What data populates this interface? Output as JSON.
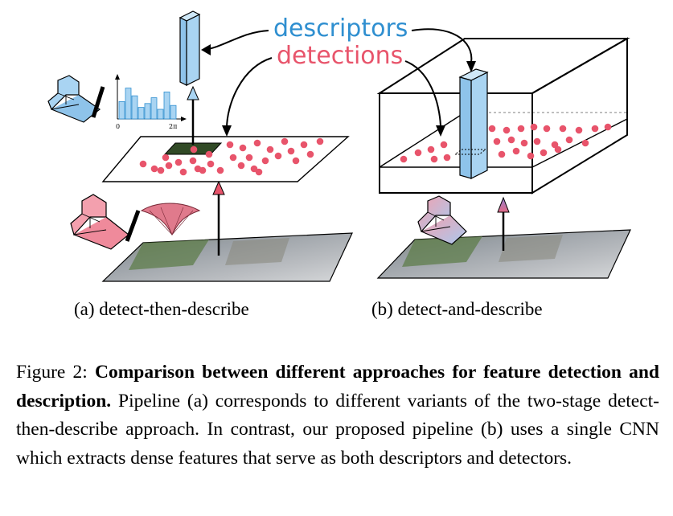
{
  "legend": {
    "descriptors": "descriptors",
    "detections": "detections"
  },
  "histogram": {
    "x_start": "0",
    "x_end": "2π",
    "bars": [
      0.45,
      0.8,
      0.6,
      0.3,
      0.4,
      0.55,
      0.25,
      0.7,
      0.35
    ]
  },
  "subcaptions": {
    "a": "(a) detect-then-describe",
    "b": "(b) detect-and-describe"
  },
  "caption": {
    "label": "Figure 2:",
    "bold": "Comparison between different approaches for feature detection and description.",
    "text": "Pipeline (a) corresponds to different variants of the two-stage detect-then-describe approach. In contrast, our proposed pipeline (b) uses a single CNN which extracts dense features that serve as both descriptors and detectors."
  },
  "colors": {
    "descriptor_blue": "#2f8fd0",
    "detection_red": "#e8546b",
    "descriptor_fill": "#a9d4f2",
    "detector_fill": "#f3a0ae"
  }
}
